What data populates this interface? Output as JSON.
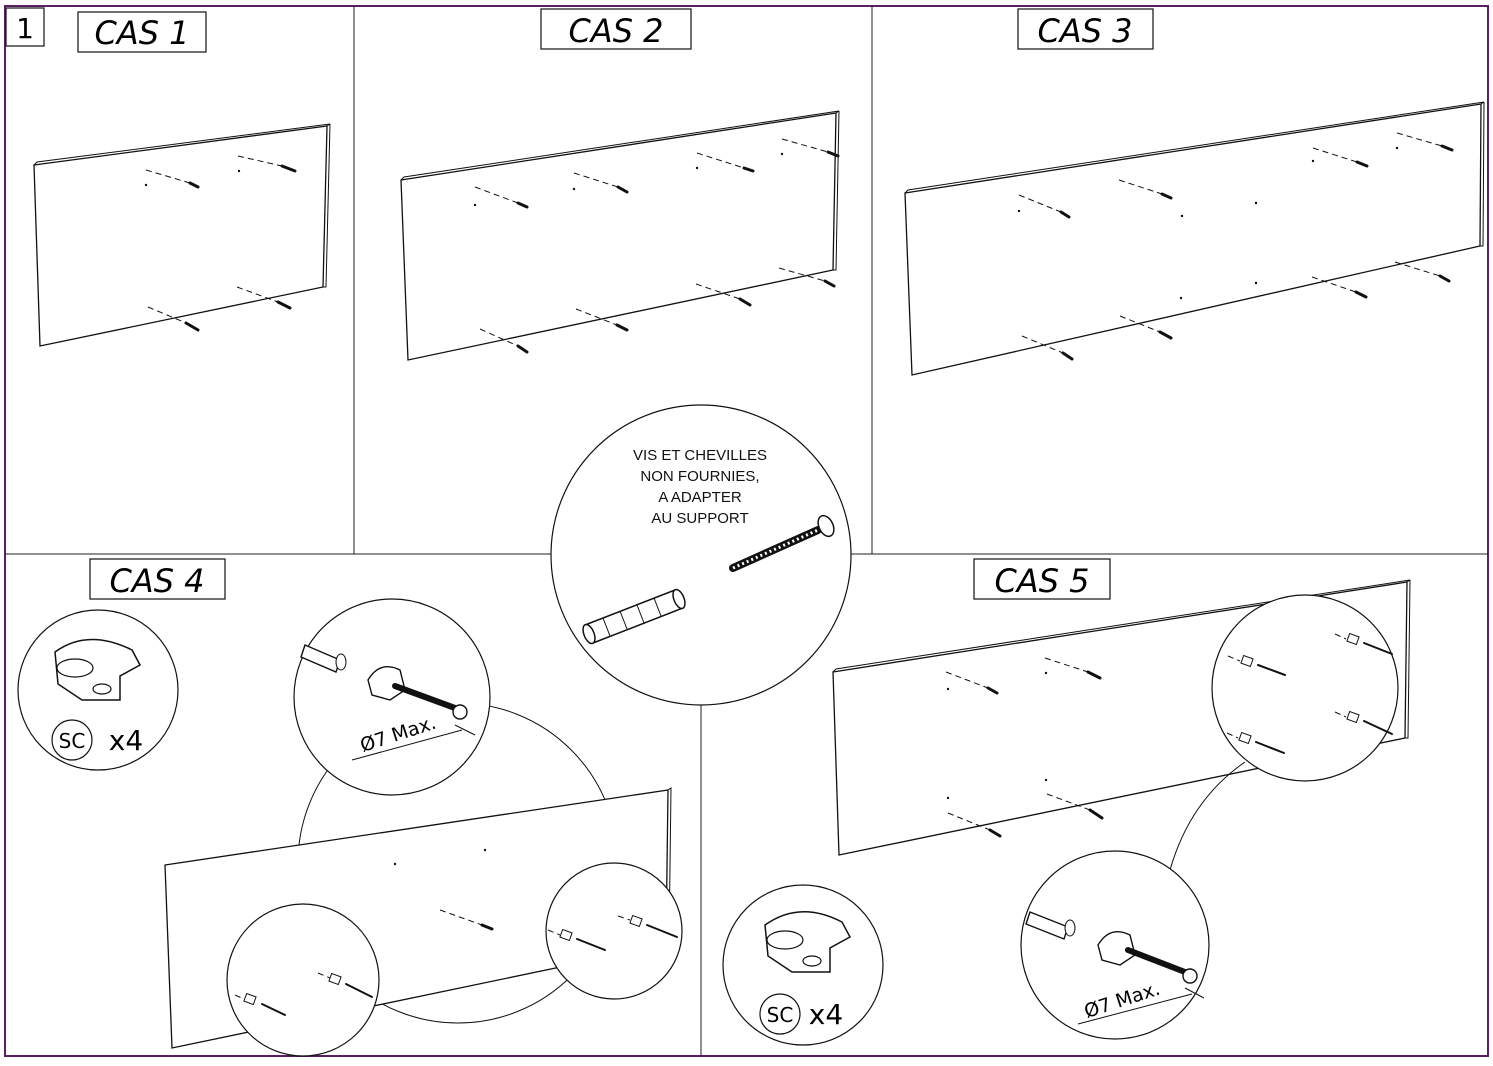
{
  "step": {
    "number": "1"
  },
  "cases": {
    "cas1": "CAS 1",
    "cas2": "CAS 2",
    "cas3": "CAS 3",
    "cas4": "CAS 4",
    "cas5": "CAS 5"
  },
  "note": {
    "line1": "VIS ET CHEVILLES",
    "line2": "NON FOURNIES,",
    "line3": "A ADAPTER",
    "line4": "AU SUPPORT"
  },
  "parts": {
    "sc_code": "SC",
    "sc_qty": "x4",
    "diameter_label": "Ø7 Max."
  },
  "colors": {
    "frame": "#5a1f63"
  }
}
